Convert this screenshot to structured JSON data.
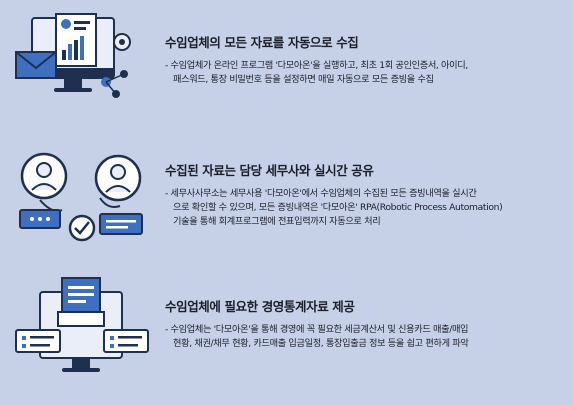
{
  "colors": {
    "background": "#c6d1e7",
    "icon_navy": "#1e2f4f",
    "icon_blue": "#3f6fbf",
    "icon_light": "#e9eef8",
    "text": "#1c1f2a"
  },
  "features": [
    {
      "icon": "computer-mail-document-icon",
      "title": "수임업체의 모든 자료를 자동으로 수집",
      "lines": [
        "- 수임업체가 온라인 프로그램 '다모아온'을 실행하고, 최초 1회 공인인증서, 아이디,",
        "패스워드, 통장 비밀번호 등을 설정하면 매일 자동으로 모든 증빙을 수집"
      ]
    },
    {
      "icon": "two-people-chat-icon",
      "title": "수집된 자료는 담당 세무사와 실시간 공유",
      "lines": [
        "- 세무사사무소는 세무사용 '다모아온'에서 수임업체의 수집된 모든 증빙내역을 실시간",
        "으로 확인할 수 있으며,  모든 증빙내역은 '다모아온' RPA(Robotic Process Automation)",
        "기술을 통해 회계프로그램에 전표입력까지 자동으로 처리"
      ]
    },
    {
      "icon": "monitor-documents-icon",
      "title": "수임업체에 필요한 경영통계자료 제공",
      "lines": [
        "- 수임업체는 '다모아온'을 통해 경영에 꼭 필요한 세금계산서 및 신용카드 매출/매입",
        "현황, 채권/채무 현황, 카드매출 입금일정, 통장입출금 정보 등을 쉽고 편하게 파악"
      ]
    }
  ]
}
